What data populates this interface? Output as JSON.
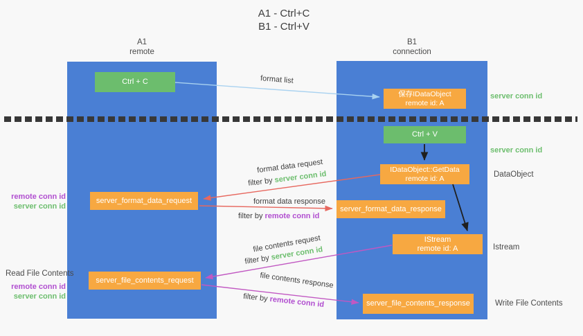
{
  "title": {
    "line1": "A1 - Ctrl+C",
    "line2": "B1 - Ctrl+V"
  },
  "lanes": {
    "a1": {
      "id": "A1",
      "role": "remote"
    },
    "b1": {
      "id": "B1",
      "role": "connection"
    }
  },
  "nodes": {
    "ctrl_c": {
      "label": "Ctrl + C"
    },
    "ctrl_v": {
      "label": "Ctrl + V"
    },
    "save_dataobject": {
      "line1": "保存IDataObject",
      "line2": "remote id: A"
    },
    "getdata": {
      "line1": "IDataObject::GetData",
      "line2": "remote id: A"
    },
    "istream": {
      "line1": "IStream",
      "line2": "remote id: A"
    },
    "format_request": {
      "label": "server_format_data_request"
    },
    "format_response": {
      "label": "server_format_data_response"
    },
    "file_request": {
      "label": "server_file_contents_request"
    },
    "file_response": {
      "label": "server_file_contents_response"
    }
  },
  "edges": {
    "format_list": {
      "label": "format list"
    },
    "format_data_request": {
      "label": "format data request",
      "filter_prefix": "filter by",
      "filter_key": "server conn id"
    },
    "format_data_response": {
      "label": "format data response",
      "filter_prefix": "filter by",
      "filter_key": "remote conn id"
    },
    "file_contents_request": {
      "label": "file contents request",
      "filter_prefix": "filter by",
      "filter_key": "server conn id"
    },
    "file_contents_response": {
      "label": "file contents response",
      "filter_prefix": "filter by",
      "filter_key": "remote conn id"
    }
  },
  "annotations": {
    "server_conn_id_top": "server conn id",
    "server_conn_id_mid": "server conn id",
    "dataobject": "DataObject",
    "istream": "Istream",
    "write_file_contents": "Write File Contents",
    "read_file_contents": "Read File Contents",
    "left_top": {
      "remote": "remote conn id",
      "server": "server conn id"
    },
    "left_bottom": {
      "remote": "remote conn id",
      "server": "server conn id"
    }
  },
  "colors": {
    "lane_blue": "#4a7fd4",
    "box_green": "#6cbd6d",
    "box_orange": "#f7a841",
    "arrow_red": "#e7685f",
    "arrow_magenta": "#c158c2",
    "arrow_lightblue": "#a9d2f0",
    "arrow_black": "#1f1f1f",
    "text_green": "#6dbe6e",
    "text_purple": "#b14fd0",
    "text_gray": "#3e3e3e"
  }
}
